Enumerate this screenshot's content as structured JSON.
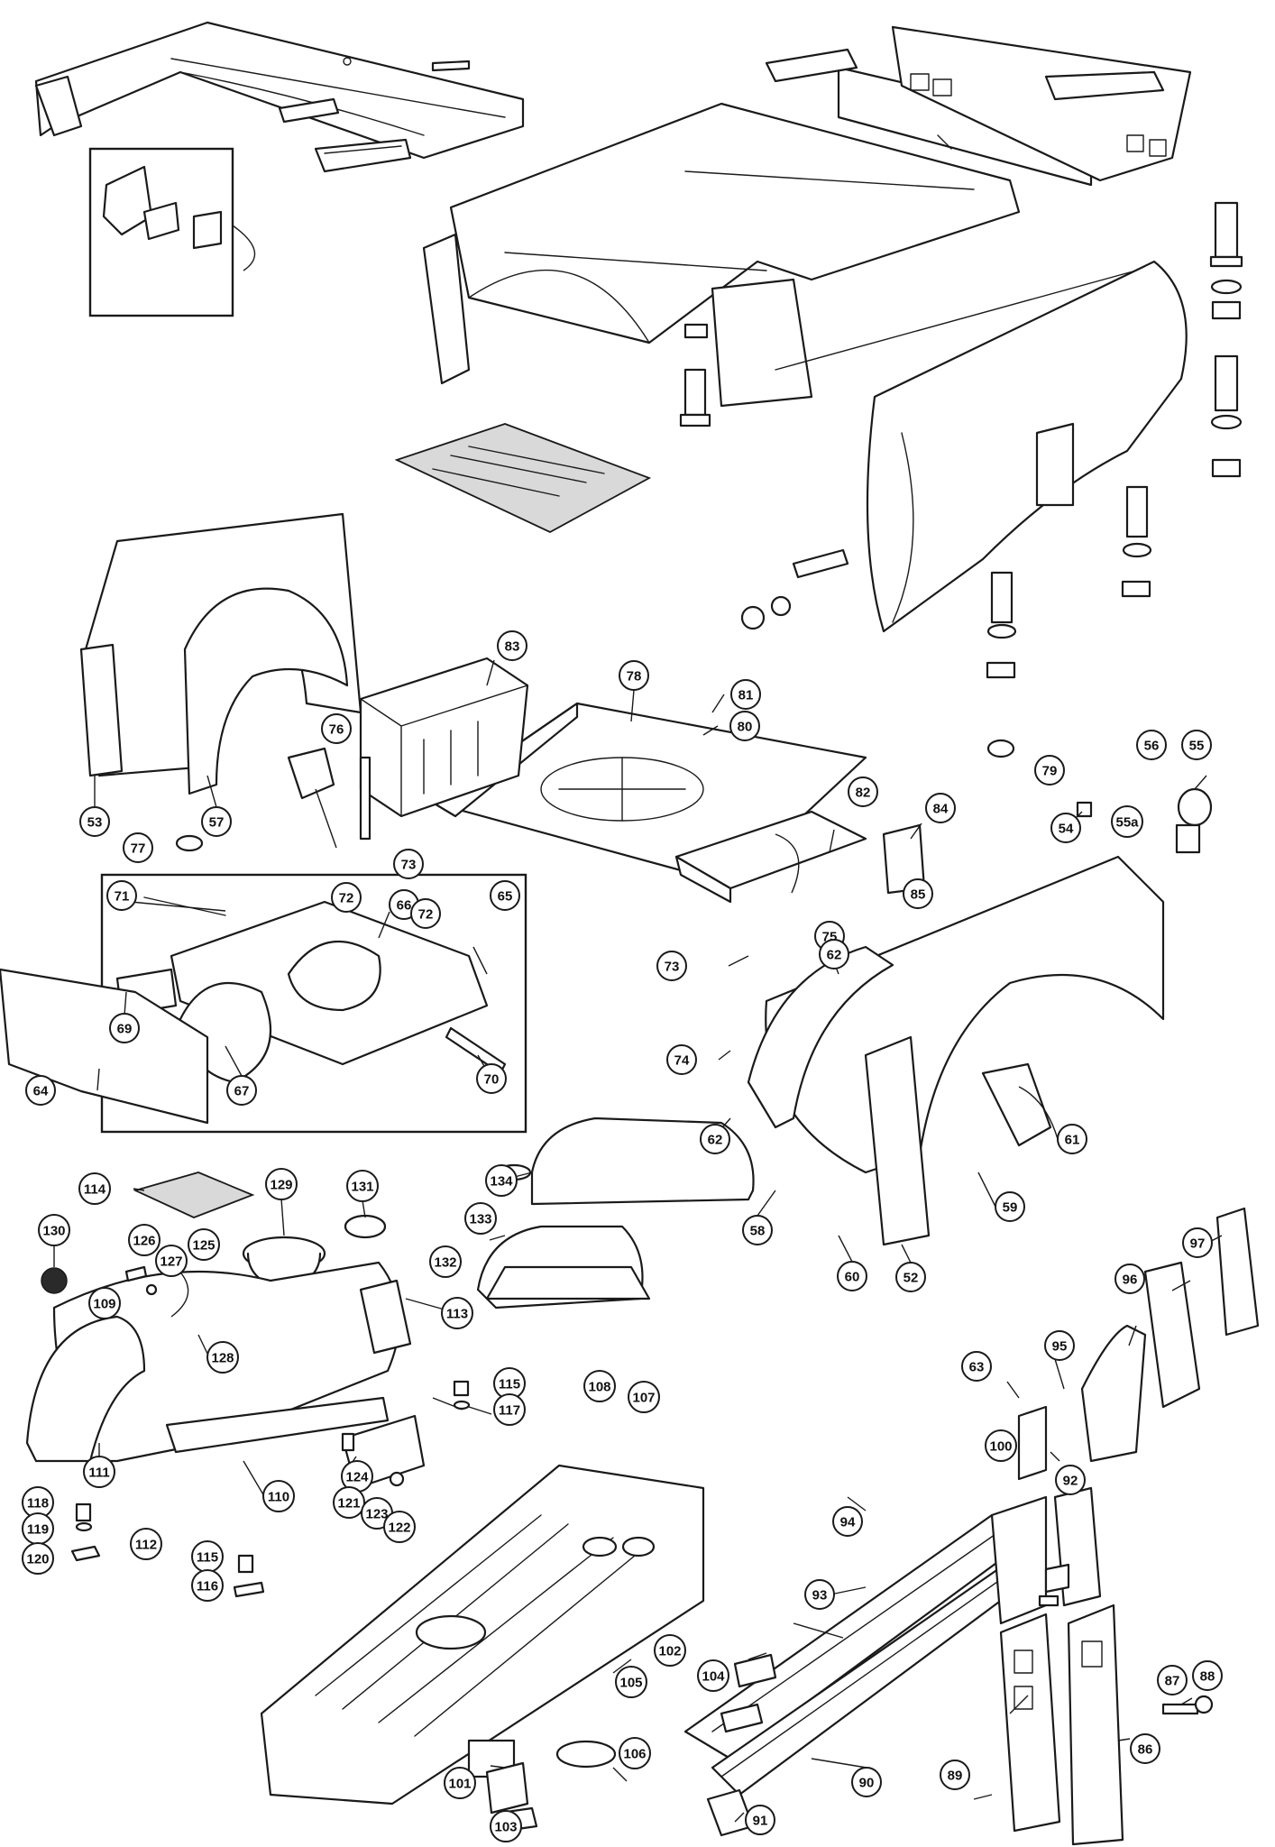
{
  "diagram": {
    "type": "exploded-parts-diagram",
    "colors": {
      "line": "#1a1a1a",
      "background": "#ffffff",
      "callout_fill": "#ffffff"
    },
    "callouts": [
      {
        "id": "c53",
        "label": "53"
      },
      {
        "id": "c57",
        "label": "57"
      },
      {
        "id": "c77",
        "label": "77"
      },
      {
        "id": "c76",
        "label": "76"
      },
      {
        "id": "c83",
        "label": "83"
      },
      {
        "id": "c73a",
        "label": "73"
      },
      {
        "id": "c78",
        "label": "78"
      },
      {
        "id": "c81",
        "label": "81"
      },
      {
        "id": "c80",
        "label": "80"
      },
      {
        "id": "c79",
        "label": "79"
      },
      {
        "id": "c56",
        "label": "56"
      },
      {
        "id": "c55",
        "label": "55"
      },
      {
        "id": "c55a",
        "label": "55a"
      },
      {
        "id": "c54",
        "label": "54"
      },
      {
        "id": "c82",
        "label": "82"
      },
      {
        "id": "c84",
        "label": "84"
      },
      {
        "id": "c85",
        "label": "85"
      },
      {
        "id": "c71",
        "label": "71"
      },
      {
        "id": "c72a",
        "label": "72"
      },
      {
        "id": "c65",
        "label": "65"
      },
      {
        "id": "c66",
        "label": "66"
      },
      {
        "id": "c72b",
        "label": "72"
      },
      {
        "id": "c69",
        "label": "69"
      },
      {
        "id": "c64",
        "label": "64"
      },
      {
        "id": "c67",
        "label": "67"
      },
      {
        "id": "c70",
        "label": "70"
      },
      {
        "id": "c73b",
        "label": "73"
      },
      {
        "id": "c75",
        "label": "75"
      },
      {
        "id": "c62a",
        "label": "62"
      },
      {
        "id": "c74",
        "label": "74"
      },
      {
        "id": "c62b",
        "label": "62"
      },
      {
        "id": "c61",
        "label": "61"
      },
      {
        "id": "c58",
        "label": "58"
      },
      {
        "id": "c59",
        "label": "59"
      },
      {
        "id": "c60",
        "label": "60"
      },
      {
        "id": "c52",
        "label": "52"
      },
      {
        "id": "c114",
        "label": "114"
      },
      {
        "id": "c129",
        "label": "129"
      },
      {
        "id": "c131",
        "label": "131"
      },
      {
        "id": "c134",
        "label": "134"
      },
      {
        "id": "c133",
        "label": "133"
      },
      {
        "id": "c132",
        "label": "132"
      },
      {
        "id": "c130",
        "label": "130"
      },
      {
        "id": "c126",
        "label": "126"
      },
      {
        "id": "c127",
        "label": "127"
      },
      {
        "id": "c125",
        "label": "125"
      },
      {
        "id": "c109",
        "label": "109"
      },
      {
        "id": "c113",
        "label": "113"
      },
      {
        "id": "c128",
        "label": "128"
      },
      {
        "id": "c115a",
        "label": "115"
      },
      {
        "id": "c117",
        "label": "117"
      },
      {
        "id": "c111",
        "label": "111"
      },
      {
        "id": "c110",
        "label": "110"
      },
      {
        "id": "c124",
        "label": "124"
      },
      {
        "id": "c121",
        "label": "121"
      },
      {
        "id": "c123",
        "label": "123"
      },
      {
        "id": "c122",
        "label": "122"
      },
      {
        "id": "c118",
        "label": "118"
      },
      {
        "id": "c119",
        "label": "119"
      },
      {
        "id": "c112",
        "label": "112"
      },
      {
        "id": "c120",
        "label": "120"
      },
      {
        "id": "c115b",
        "label": "115"
      },
      {
        "id": "c116",
        "label": "116"
      },
      {
        "id": "c108",
        "label": "108"
      },
      {
        "id": "c107",
        "label": "107"
      },
      {
        "id": "c97",
        "label": "97"
      },
      {
        "id": "c96",
        "label": "96"
      },
      {
        "id": "c95",
        "label": "95"
      },
      {
        "id": "c63",
        "label": "63"
      },
      {
        "id": "c100",
        "label": "100"
      },
      {
        "id": "c92",
        "label": "92"
      },
      {
        "id": "c94",
        "label": "94"
      },
      {
        "id": "c93",
        "label": "93"
      },
      {
        "id": "c102",
        "label": "102"
      },
      {
        "id": "c104",
        "label": "104"
      },
      {
        "id": "c105",
        "label": "105"
      },
      {
        "id": "c106",
        "label": "106"
      },
      {
        "id": "c87",
        "label": "87"
      },
      {
        "id": "c88",
        "label": "88"
      },
      {
        "id": "c89",
        "label": "89"
      },
      {
        "id": "c90",
        "label": "90"
      },
      {
        "id": "c86",
        "label": "86"
      },
      {
        "id": "c101",
        "label": "101"
      },
      {
        "id": "c103",
        "label": "103"
      },
      {
        "id": "c91",
        "label": "91"
      }
    ]
  }
}
